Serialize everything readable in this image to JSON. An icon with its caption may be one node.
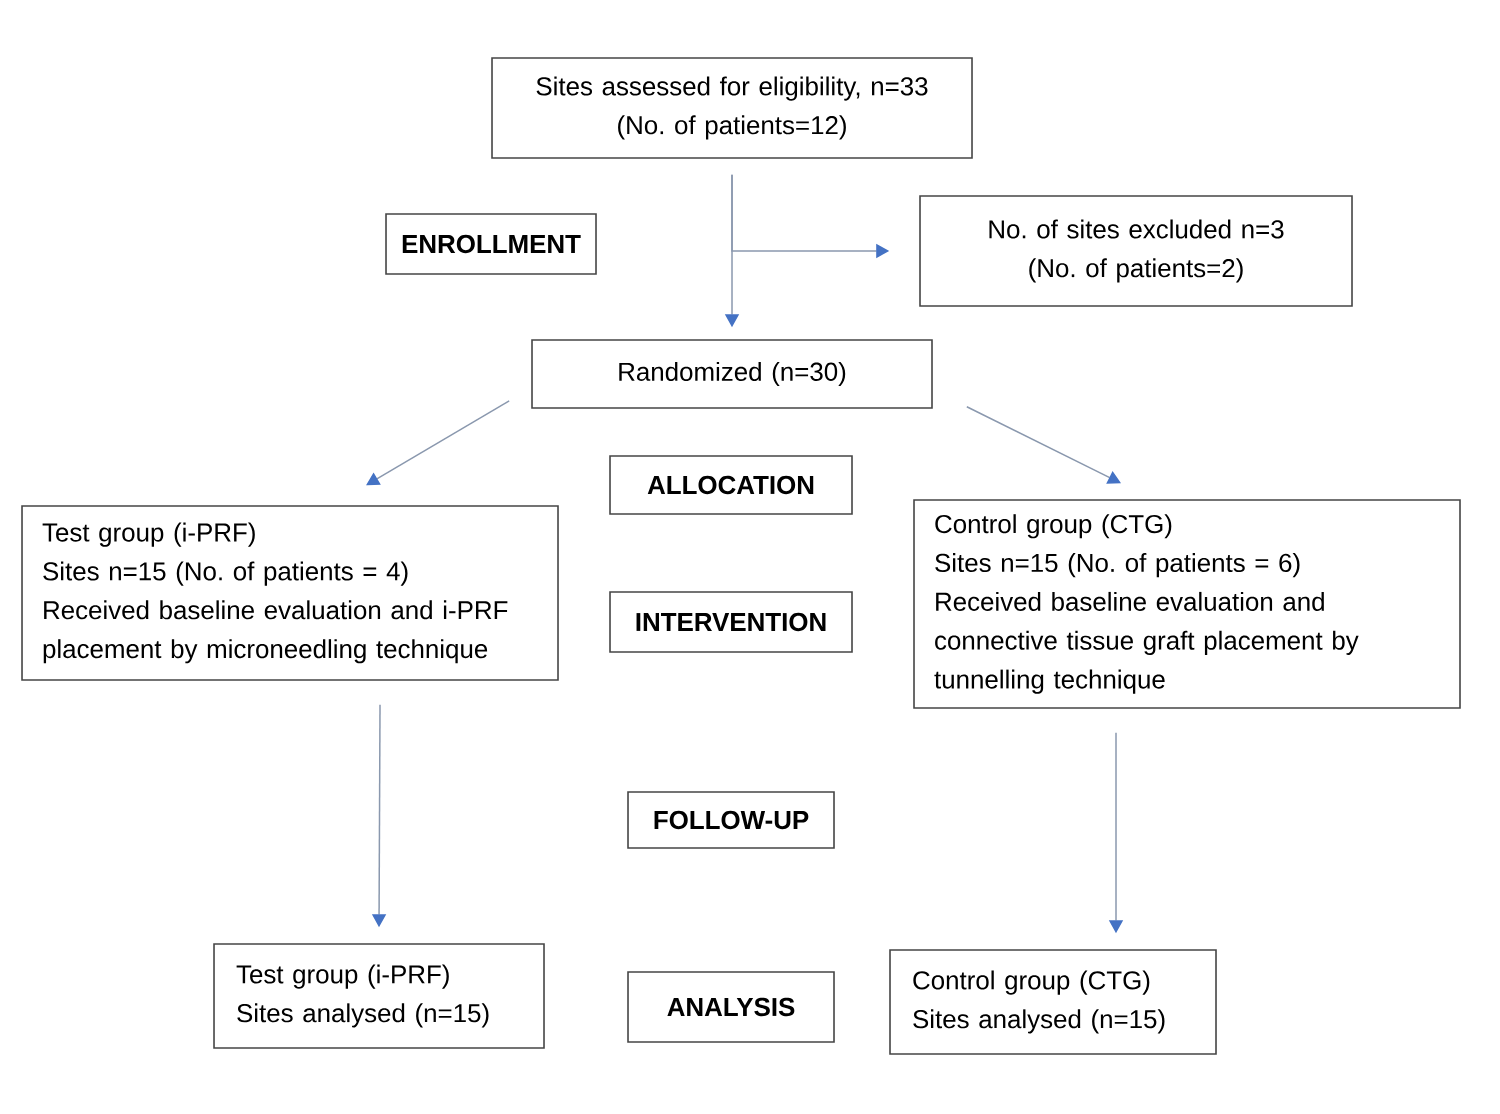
{
  "diagram": {
    "nodes": [
      {
        "text": [
          "Sites assessed for eligibility, n=33",
          "(No. of patients=12)"
        ]
      },
      {
        "text": [
          "ENROLLMENT"
        ]
      },
      {
        "text": [
          "No. of sites excluded n=3",
          "(No. of patients=2)"
        ]
      },
      {
        "text": [
          "Randomized (n=30)"
        ]
      },
      {
        "text": [
          "ALLOCATION"
        ]
      },
      {
        "text": [
          "Test group (i-PRF)",
          "Sites n=15 (No. of patients = 4)",
          "Received baseline evaluation and i-PRF placement by microneedling technique"
        ]
      },
      {
        "text": [
          "INTERVENTION"
        ]
      },
      {
        "text": [
          "Control group (CTG)",
          "Sites n=15 (No. of patients = 6)",
          "Received baseline evaluation and connective tissue graft placement by tunnelling technique"
        ]
      },
      {
        "text": [
          "FOLLOW-UP"
        ]
      },
      {
        "text": [
          "Test group (i-PRF)",
          "Sites analysed (n=15)"
        ]
      },
      {
        "text": [
          "ANALYSIS"
        ]
      },
      {
        "text": [
          "Control group (CTG)",
          "Sites analysed (n=15)"
        ]
      }
    ],
    "edges": [
      {
        "from": 0,
        "to": 3,
        "arrow": "to"
      },
      {
        "from": 0,
        "to": 2,
        "arrow": "to"
      },
      {
        "from": 3,
        "to": 5,
        "arrow": "to"
      },
      {
        "from": 3,
        "to": 7,
        "arrow": "to"
      },
      {
        "from": 5,
        "to": 9,
        "arrow": "to"
      },
      {
        "from": 7,
        "to": 11,
        "arrow": "to"
      }
    ]
  }
}
